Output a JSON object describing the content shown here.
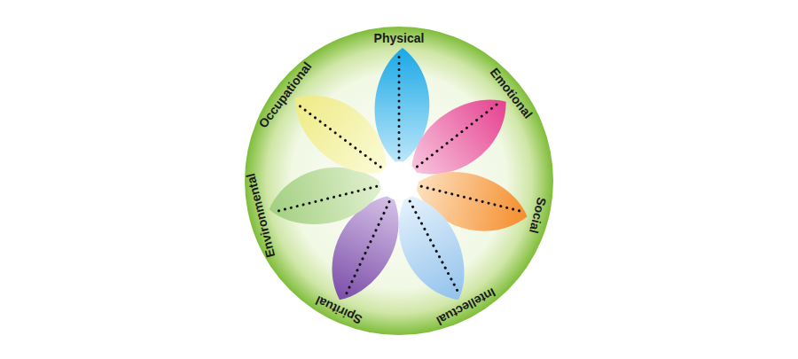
{
  "diagram": {
    "labels": [
      "Physical",
      "Emotional",
      "Social",
      "Intellectual",
      "Spiritual",
      "Environmental",
      "Occupational"
    ]
  }
}
